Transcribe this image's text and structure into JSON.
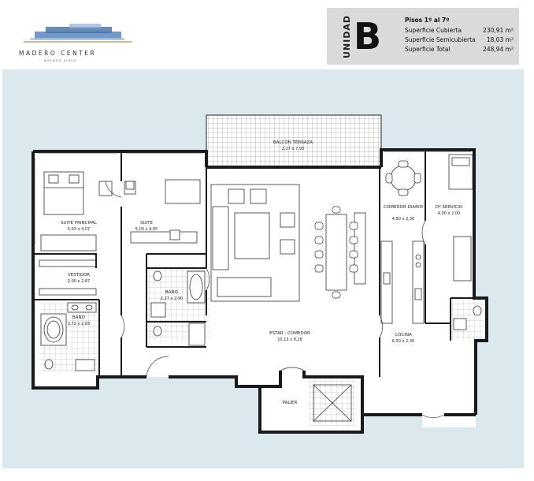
{
  "brand": {
    "name": "Madero Center",
    "city": "Buenos Aires"
  },
  "unit": {
    "word": "UNIDAD",
    "letter": "B",
    "floors": "Pisos 1º al 7º",
    "areas": [
      {
        "label": "Superficie Cubierta",
        "value": "230,91 m²"
      },
      {
        "label": "Superficie Semicubierta",
        "value": "18,03 m²"
      },
      {
        "label": "Superficie Total",
        "value": "248,94 m²"
      }
    ]
  },
  "rooms": {
    "balcon": {
      "name": "BALCON TERRAZA",
      "dims": "2,27 x 7,93"
    },
    "suite_principal": {
      "name": "SUITE PRINCIPAL",
      "dims": "5,03 x 4,07"
    },
    "suite": {
      "name": "SUITE",
      "dims": "5,03 x 4,05"
    },
    "comedor_diario": {
      "name": "COMEDOR DIARIO",
      "dims": "4,50 x 2,30"
    },
    "servicio": {
      "name": "Dº SERVICIO",
      "dims": "4,00 x 2,00"
    },
    "vestidor": {
      "name": "VESTIDOR",
      "dims": "2,00 x 2,87"
    },
    "bano_suite": {
      "name": "BAÑO",
      "dims": "2,27 x 2,90"
    },
    "bano_principal": {
      "name": "BAÑO",
      "dims": "3,72 x 2,83"
    },
    "estar": {
      "name": "ESTAR - COMEDOR",
      "dims": "10,13 x 8,28"
    },
    "cocina": {
      "name": "COCINA",
      "dims": "6,50 x 2,30"
    },
    "palier": {
      "name": "PALIER"
    }
  },
  "colors": {
    "wall": "#1a1a1a",
    "background": "#dbe9ee",
    "header_box": "#dadada",
    "logo_blue": "#3f6fa6"
  }
}
